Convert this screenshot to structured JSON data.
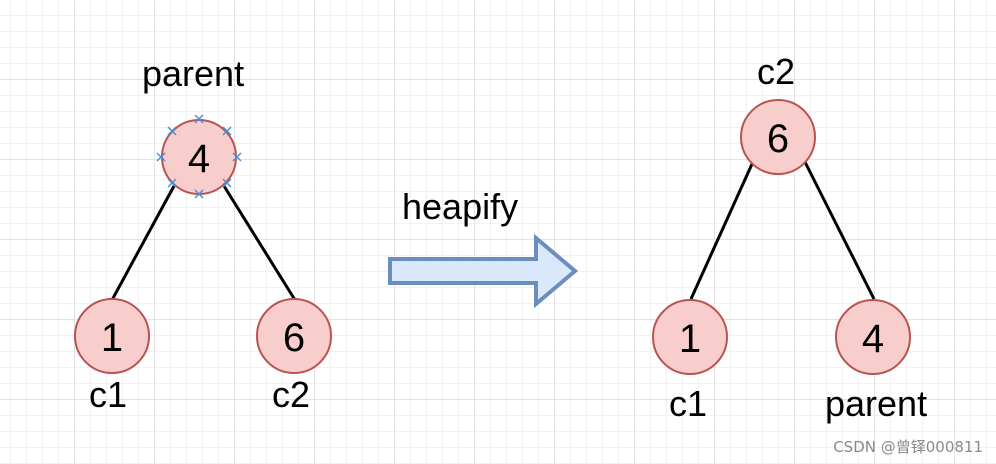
{
  "left_tree": {
    "root": {
      "value": "4",
      "label": "parent"
    },
    "left_child": {
      "value": "1",
      "label": "c1"
    },
    "right_child": {
      "value": "6",
      "label": "c2"
    }
  },
  "arrow": {
    "label": "heapify"
  },
  "right_tree": {
    "root": {
      "value": "6",
      "label": "c2"
    },
    "left_child": {
      "value": "1",
      "label": "c1"
    },
    "right_child": {
      "value": "4",
      "label": "parent"
    }
  },
  "watermark": "CSDN @曾铎000811",
  "colors": {
    "node_fill": "#f8cecc",
    "node_stroke": "#b85450",
    "arrow_fill": "#dae8fc",
    "arrow_stroke": "#6c8ebf",
    "selection_handle": "#4a90d9"
  }
}
